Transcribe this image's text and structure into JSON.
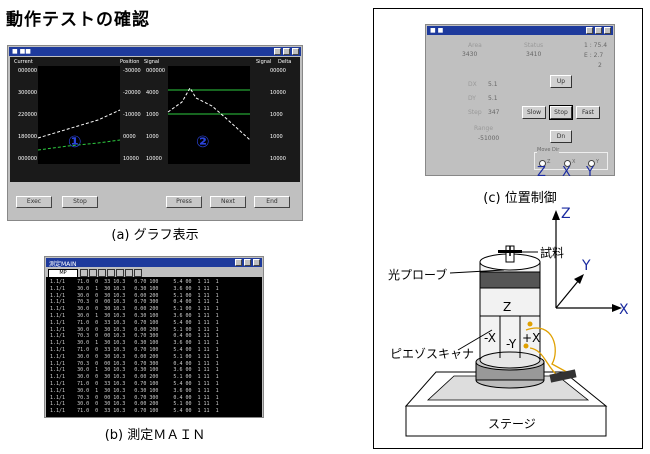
{
  "page": {
    "title": "動作テストの確認"
  },
  "panel_a": {
    "caption": "(a) グラフ表示",
    "window_title": "■ ■■",
    "left_plot": {
      "header_left": "Current",
      "header_mid": "Position",
      "header_right": "Signal",
      "y_labels": [
        "000000",
        "300000",
        "220000",
        "180000",
        "000000"
      ],
      "right_labels": [
        "-30000",
        "-20000",
        "-10000",
        "0000",
        "10000"
      ],
      "number": "①"
    },
    "right_plot": {
      "header_right": "Signal",
      "header_far": "Delta",
      "left_labels": [
        "000000",
        "4000",
        "1000",
        "1000",
        "10000"
      ],
      "right_labels": [
        "00000",
        "10000",
        "1000",
        "1000",
        "10000"
      ],
      "number": "②"
    },
    "buttons": {
      "left1": "Exec",
      "left2": "Stop",
      "right1": "Press",
      "right2": "Next",
      "right3": "End"
    }
  },
  "panel_b": {
    "caption": "(b) 測定ＭＡＩＮ",
    "window_title": "測定MAIN",
    "toolbar_box": "MP",
    "rows": [
      "1.1/1    71.0  0  33 10.3   0.70 100     5.4 00  1 11  1",
      "1.1/1    30.0  1  30 10.3   0.30 100     3.6 00  1 11  1",
      "1.1/1    30.0  0  30 10.3   0.00 200     5.1 00  1 11  1",
      "1.1/1    70.3  0  00 10.3   0.70 300     0.4 00  1 11  1",
      "1.1/1    30.0  0  30 10.3   0.00 200     5.1 00  1 11  1",
      "1.1/1    30.0  1  30 10.3   0.30 100     3.6 00  1 11  1",
      "1.1/1    71.0  0  33 10.3   0.70 100     5.4 00  1 11  1",
      "1.1/1    30.0  0  30 10.3   0.00 200     5.1 00  1 11  1",
      "1.1/1    70.3  0  00 10.3   0.70 300     0.4 00  1 11  1",
      "1.1/1    30.0  1  30 10.3   0.30 100     3.6 00  1 11  1",
      "1.1/1    71.0  0  33 10.3   0.70 100     5.4 00  1 11  1",
      "1.1/1    30.0  0  30 10.3   0.00 200     5.1 00  1 11  1",
      "1.1/1    70.3  0  00 10.3   0.70 300     0.4 00  1 11  1",
      "1.1/1    30.0  1  30 10.3   0.30 100     3.6 00  1 11  1",
      "1.1/1    30.0  0  30 10.3   0.00 200     5.1 00  1 11  1",
      "1.1/1    71.0  0  33 10.3   0.70 100     5.4 00  1 11  1",
      "1.1/1    30.0  1  30 10.3   0.30 100     3.6 00  1 11  1",
      "1.1/1    70.3  0  00 10.3   0.70 300     0.4 00  1 11  1",
      "1.1/1    30.0  0  30 10.3   0.00 200     5.1 00  1 11  1",
      "1.1/1    71.0  0  33 10.3   0.70 100     5.4 00  1 11  1"
    ]
  },
  "panel_c": {
    "caption": "(c) 位置制御",
    "window_title": "■ ■",
    "area_label": "Area",
    "area_value": "3430",
    "status_label": "Status",
    "status_value": "3410",
    "r1": "1 : 75.4",
    "r2": "E : 2.7",
    "r3": "2",
    "dx_label": "DX",
    "dx_value": "5.1",
    "dy_label": "DY",
    "dy_value": "5.1",
    "step_label": "Step",
    "step_value": "347",
    "range_label": "Range",
    "range_value": "-51000",
    "btn_up": "Up",
    "btn_slow": "Slow",
    "btn_stop": "Stop",
    "btn_fast": "Fast",
    "btn_dn": "Dn",
    "group_label": "Move Dir",
    "radio_z": "Z",
    "radio_x": "X",
    "radio_y": "Y",
    "axis_z": "Z",
    "axis_x": "X",
    "axis_y": "Y"
  },
  "diagram": {
    "label_sample": "試料",
    "label_probe": "光プローブ",
    "label_scanner": "ピエゾスキャナ",
    "label_stage": "ステージ",
    "label_z": "Z",
    "label_minus_x": "-X",
    "label_minus_y": "-Y",
    "label_plus_x": "+X",
    "axis_z": "Z",
    "axis_y": "Y",
    "axis_x": "X"
  }
}
